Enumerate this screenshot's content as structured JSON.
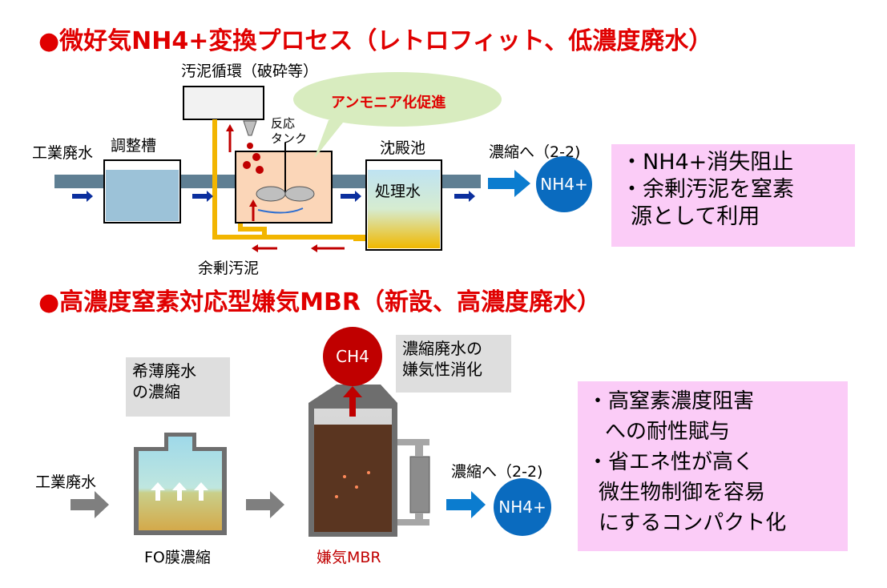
{
  "section1": {
    "title": "●微好気NH4+変換プロセス（レトロフィット、低濃度廃水）",
    "sludge_circulation": "汚泥循環（破砕等）",
    "bubble": "アンモニア化促進",
    "reaction_tank": [
      "反応",
      "タンク"
    ],
    "industrial_wastewater": "工業廃水",
    "equalization_tank": "調整槽",
    "sedimentation_tank": "沈殿池",
    "treated_water": "処理水",
    "to_concentration": "濃縮へ（2-2)",
    "nh4_circle": "NH4+",
    "excess_sludge": "余剰汚泥",
    "benefits": [
      "・NH4+消失阻止",
      "・余剰汚泥を窒素",
      "源として利用"
    ]
  },
  "section2": {
    "title": "●高濃度窒素対応型嫌気MBR（新設、高濃度廃水）",
    "dilute_concentration": [
      "希薄廃水",
      "の濃縮"
    ],
    "industrial_wastewater": "工業廃水",
    "fo_label": "FO膜濃縮",
    "ch4": "CH4",
    "anaerobic_digestion": [
      "濃縮廃水の",
      "嫌気性消化"
    ],
    "mbr_label": "嫌気MBR",
    "to_concentration": "濃縮へ（2-2)",
    "nh4_circle": "NH4+",
    "benefits": [
      "・高窒素濃度阻害",
      "への耐性賦与",
      "・省エネ性が高く",
      "微生物制御を容易",
      "にするコンパクト化"
    ]
  },
  "colors": {
    "title_red": "#e00000",
    "pink_box": "#fbccf7",
    "grey_box": "#dedede",
    "blue_circle": "#0a6bbf",
    "red_circle": "#c00000",
    "pipe": "#5f7f93",
    "sludge_pipe": "#f2b500",
    "arrow_blue": "#0b7ccf",
    "bubble_green": "#d8ecbf"
  }
}
